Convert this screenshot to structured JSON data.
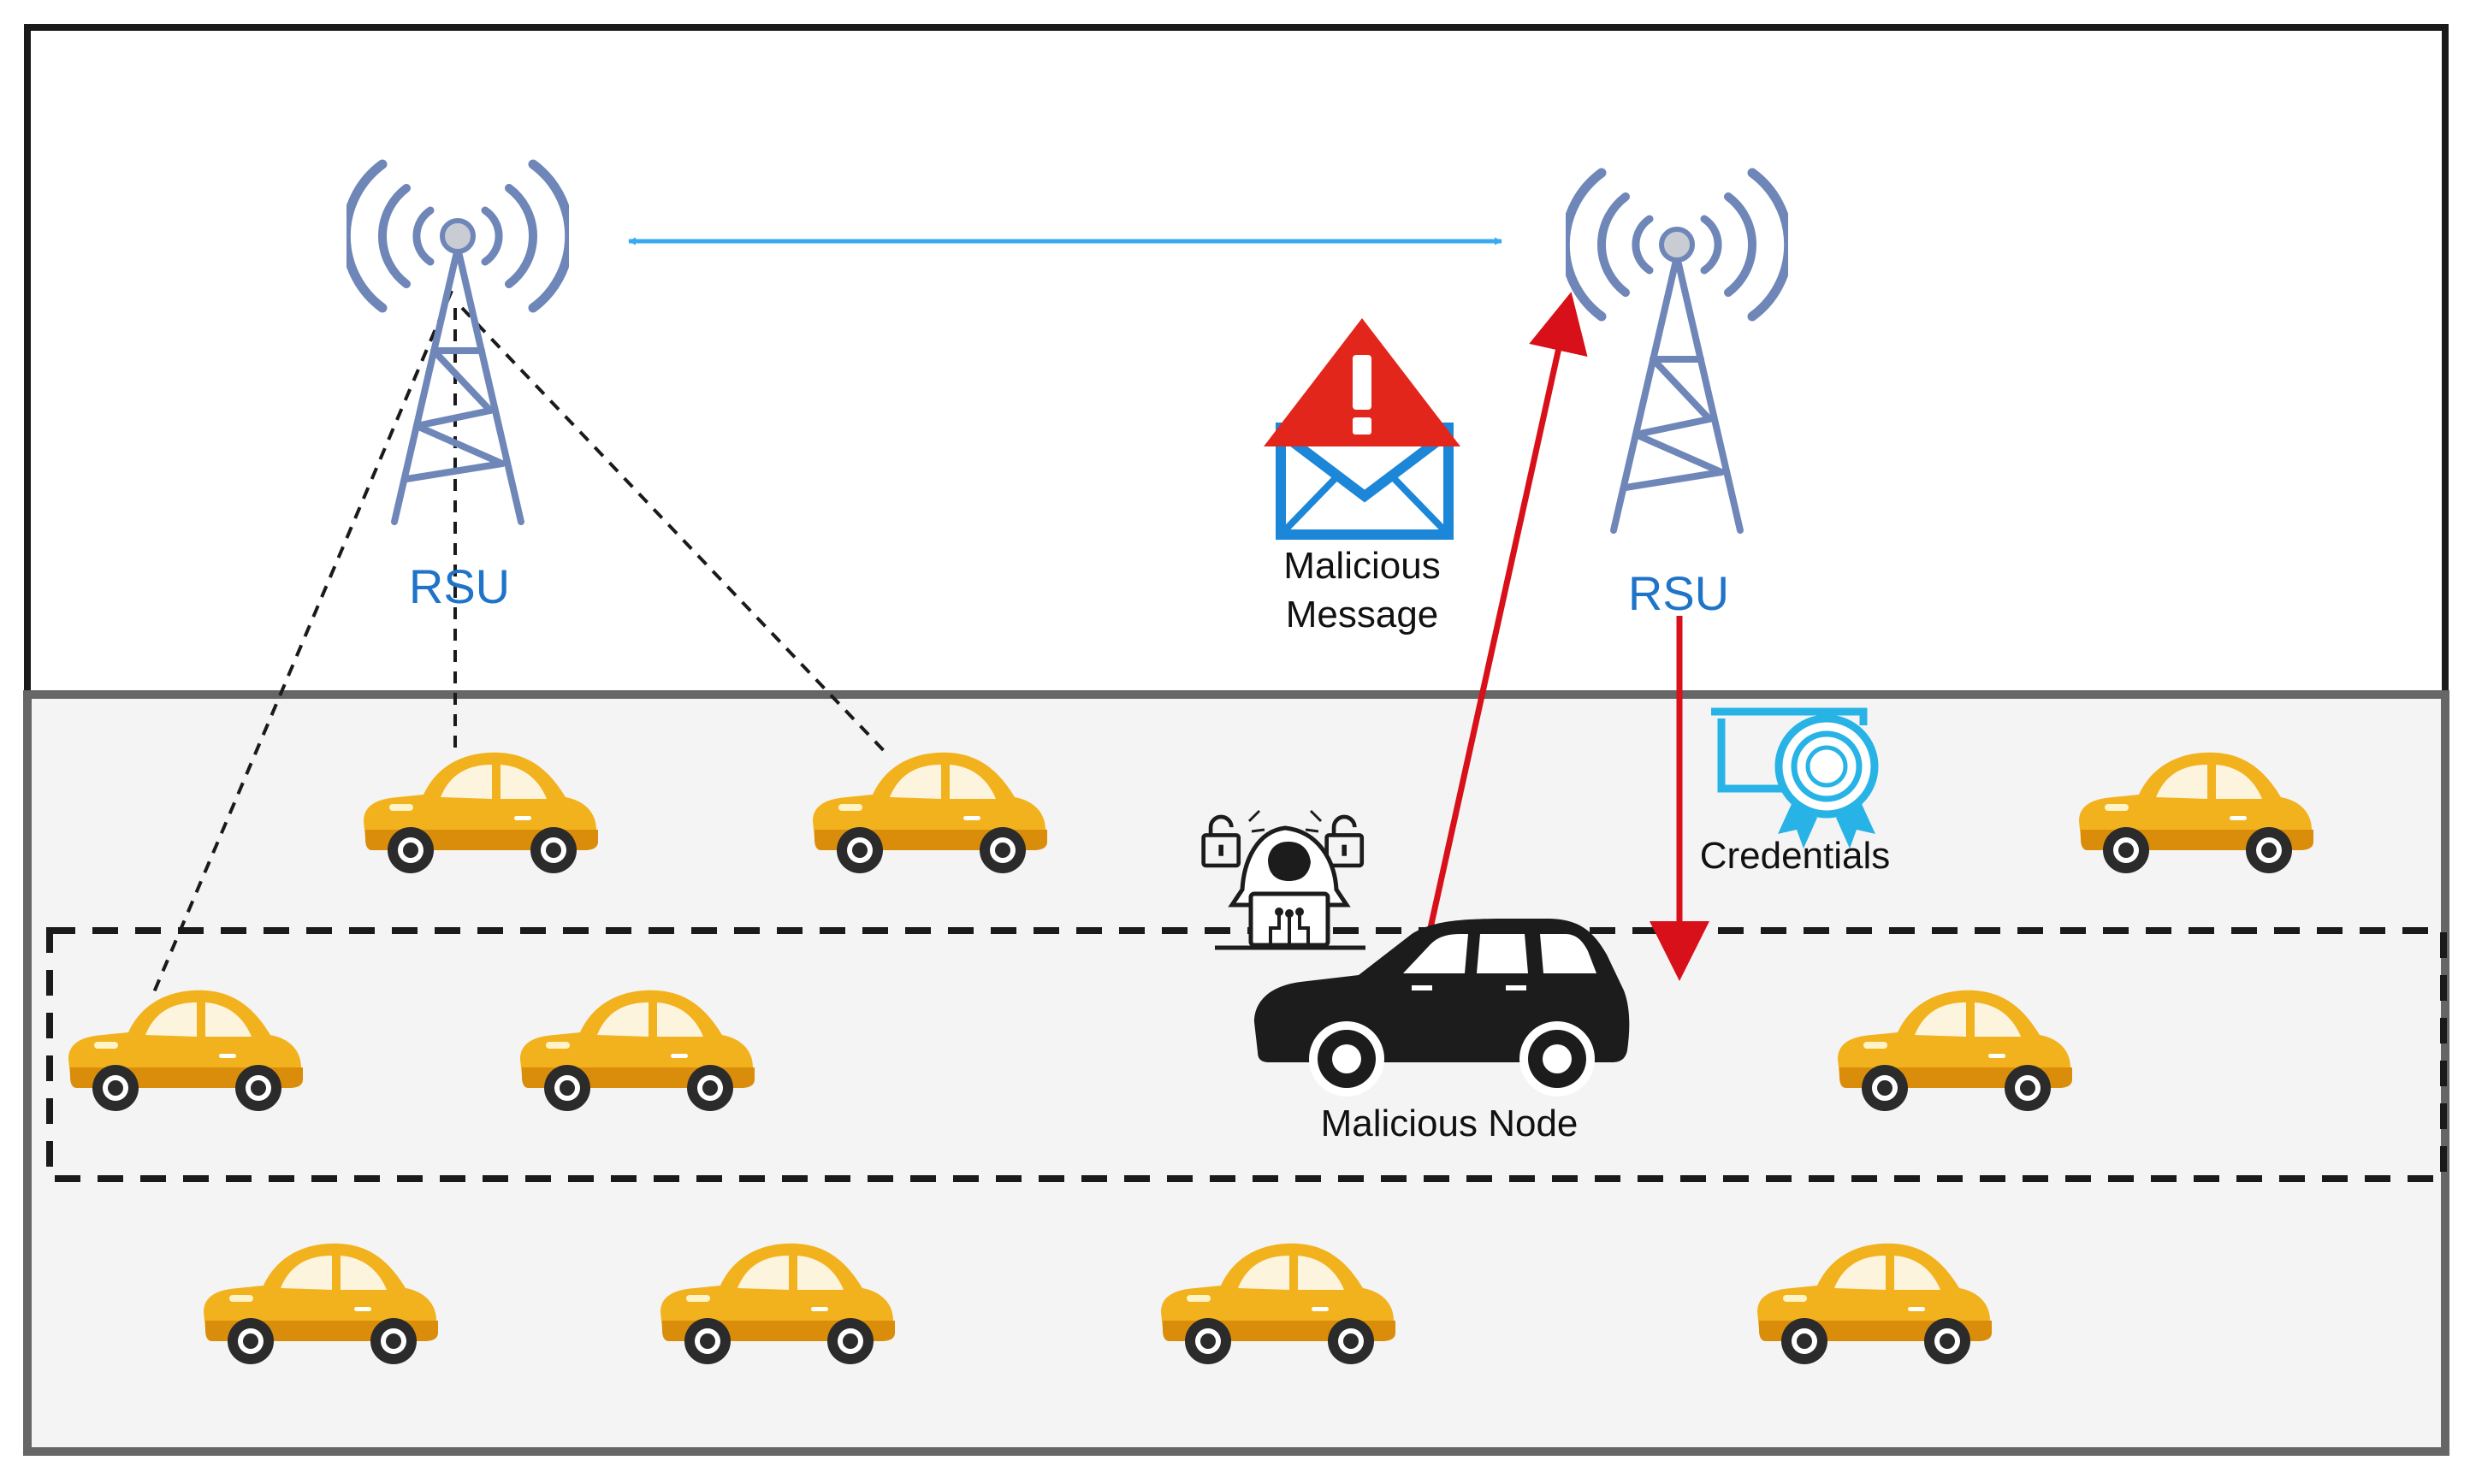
{
  "labels": {
    "rsu_left": "RSU",
    "rsu_right": "RSU",
    "malicious_message_line1": "Malicious",
    "malicious_message_line2": "Message",
    "credentials": "Credentials",
    "malicious_node": "Malicious Node"
  },
  "colors": {
    "outer_border": "#1a1a1a",
    "road_fill": "#f4f4f4",
    "road_border": "#666666",
    "tower": "#6f86b8",
    "rsu_label": "#1f74c8",
    "rsu_link_arrow": "#3aaaf0",
    "malicious_arrow": "#d8101a",
    "car_body": "#f2b21e",
    "car_shadow": "#d98d0b",
    "malicious_car": "#1c1c1c",
    "warning_triangle": "#e3261c",
    "envelope": "#1c86d8",
    "credential_icon": "#27b3e6"
  },
  "icons": {
    "tower": "radio-tower-icon",
    "envelope": "envelope-icon",
    "warning": "warning-triangle-icon",
    "credential": "certificate-icon",
    "hacker": "hacker-icon",
    "lock": "lock-icon",
    "car": "car-icon"
  }
}
